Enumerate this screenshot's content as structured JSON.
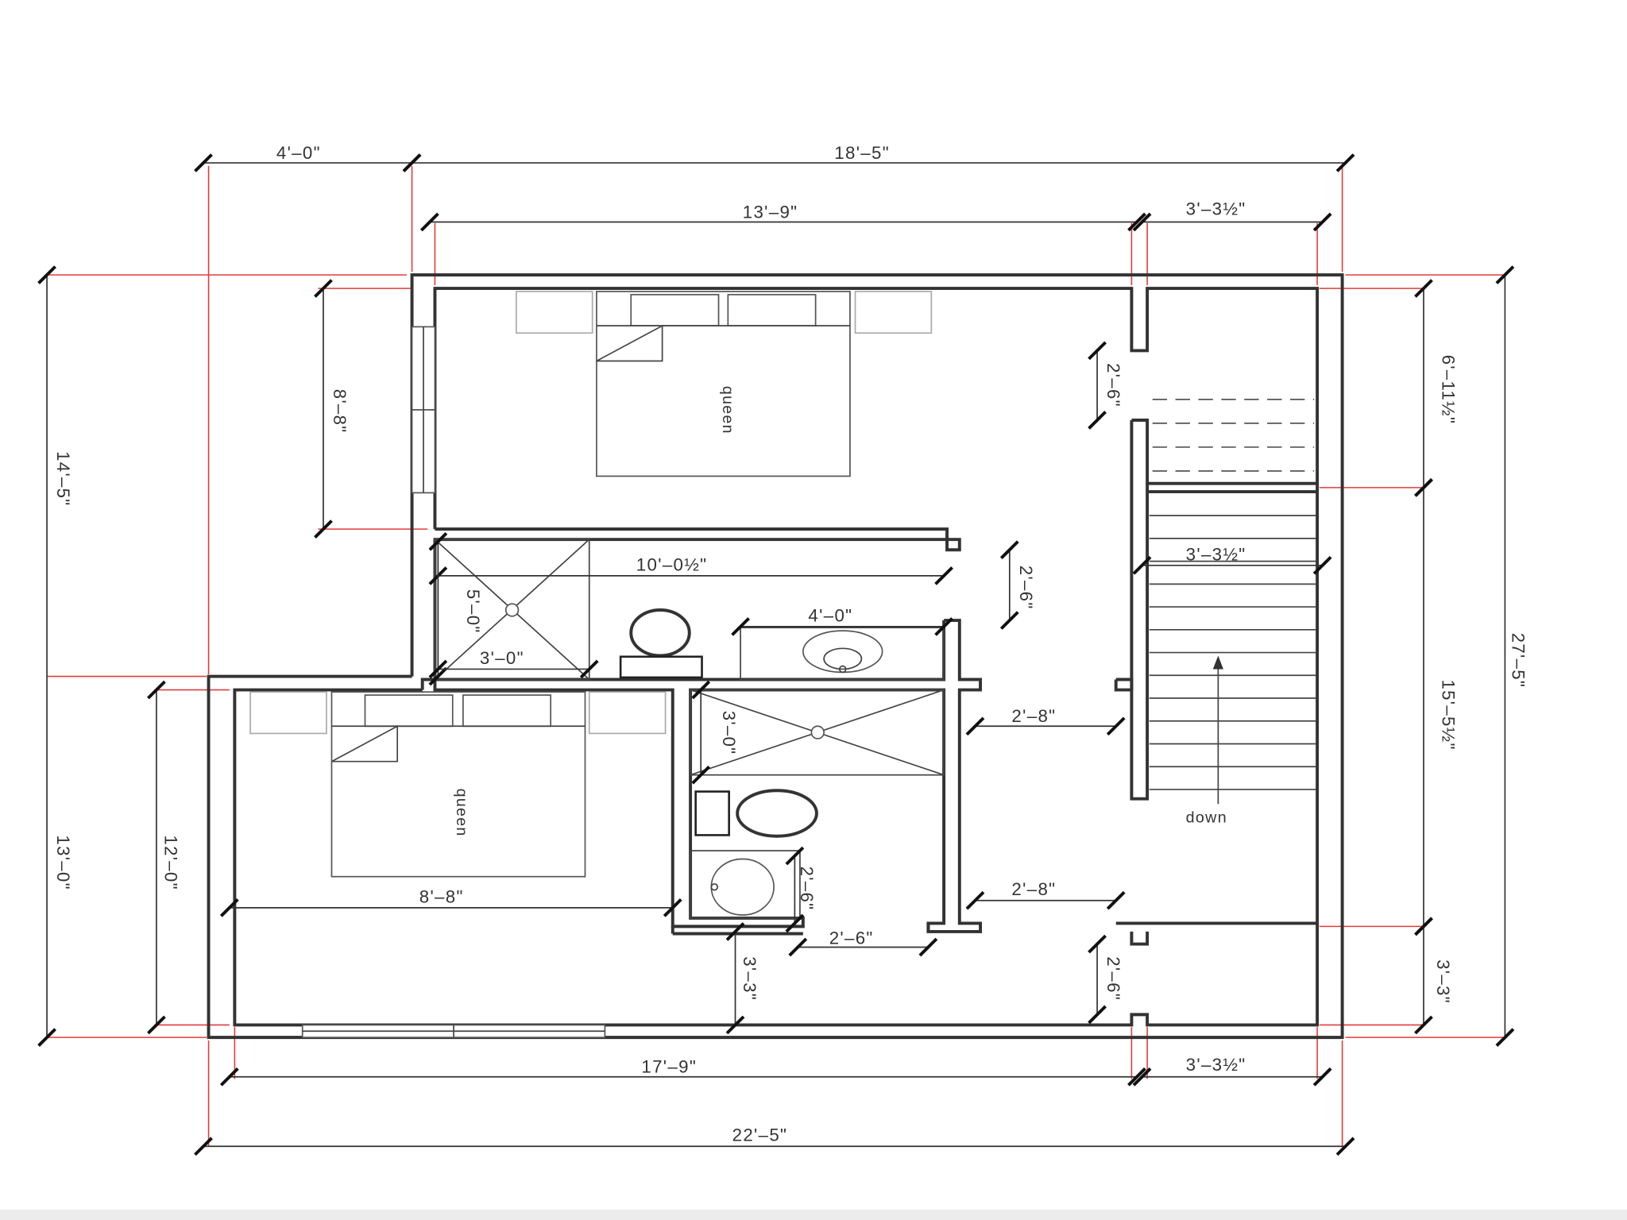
{
  "plan": {
    "dimensions": {
      "top_left": "4'–0\"",
      "top_overall": "18'–5\"",
      "bedroom1_width": "13'–9\"",
      "stair_width_top": "3'–3½\"",
      "left_upper": "14'–5\"",
      "left_lower": "13'–0\"",
      "bedroom1_depth": "8'–8\"",
      "bedroom2_depth": "12'–0\"",
      "right_upper": "6'–11½\"",
      "right_middle": "15'–5½\"",
      "right_lower": "3'–3\"",
      "right_overall": "27'–5\"",
      "bottom_inner": "17'–9\"",
      "stair_width_bottom": "3'–3½\"",
      "bottom_overall": "22'–5\"",
      "bedroom1_door": "2'–6\"",
      "bath1_length": "10'–0½\"",
      "stair_width_mid": "3'–3½\"",
      "bath1_door": "2'–6\"",
      "shower1_length": "5'–0\"",
      "shower1_width": "3'–0\"",
      "vanity1_width": "4'–0\"",
      "shower2_depth": "3'–0\"",
      "hall_width_upper": "2'–8\"",
      "hall_width_lower": "2'–8\"",
      "bedroom2_width": "8'–8\"",
      "vanity2_depth": "2'–6\"",
      "bath2_door": "2'–6\"",
      "bedroom2_closet": "3'–3\"",
      "closet_door": "2'–6\""
    },
    "labels": {
      "bed1": "queen",
      "bed2": "queen",
      "stairs": "down"
    },
    "colors": {
      "wall": "#333333",
      "extension_line": "#e23b3b"
    }
  }
}
